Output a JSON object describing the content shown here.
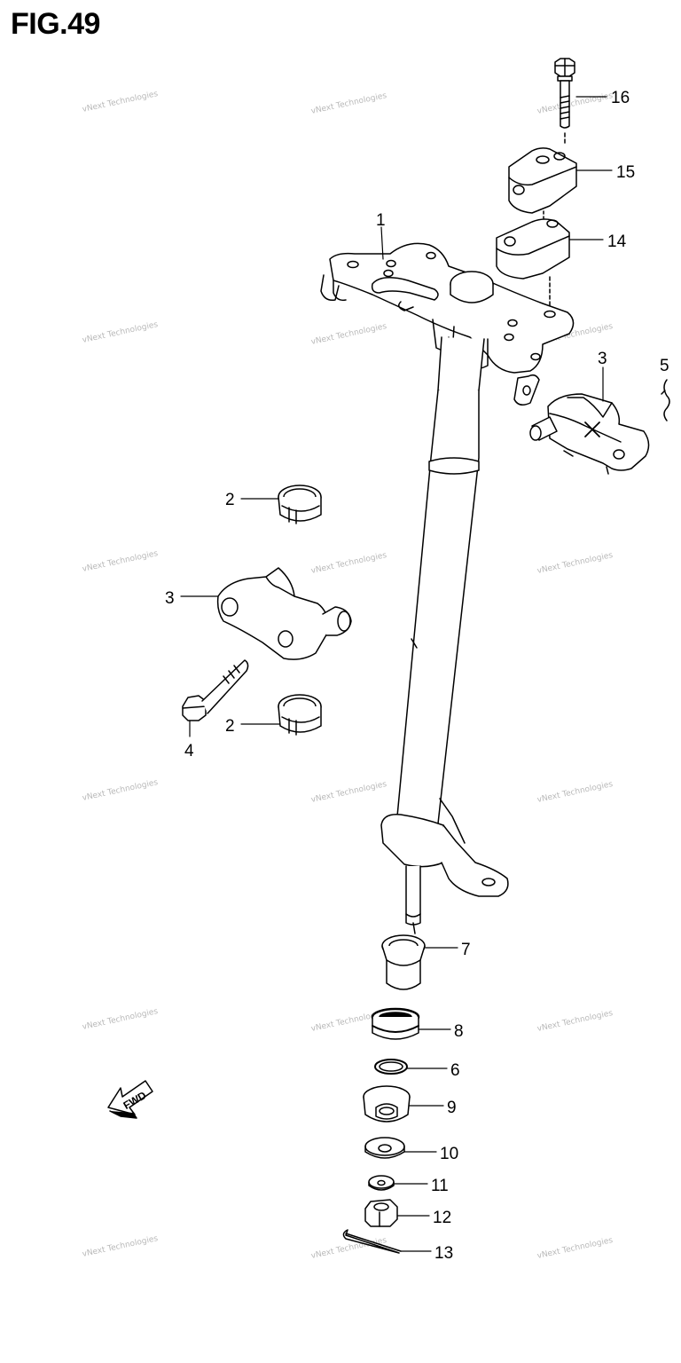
{
  "figure": {
    "title": "FIG.49"
  },
  "watermark": {
    "text": "vNext Technologies"
  },
  "fwd_arrow": {
    "label": "FWD"
  },
  "callouts": [
    {
      "label": "16"
    },
    {
      "label": "15"
    },
    {
      "label": "14"
    },
    {
      "label": "1"
    },
    {
      "label": "3"
    },
    {
      "label": "5"
    },
    {
      "label": "2"
    },
    {
      "label": "3"
    },
    {
      "label": "4"
    },
    {
      "label": "2"
    },
    {
      "label": "7"
    },
    {
      "label": "8"
    },
    {
      "label": "6"
    },
    {
      "label": "9"
    },
    {
      "label": "10"
    },
    {
      "label": "11"
    },
    {
      "label": "12"
    },
    {
      "label": "13"
    }
  ]
}
